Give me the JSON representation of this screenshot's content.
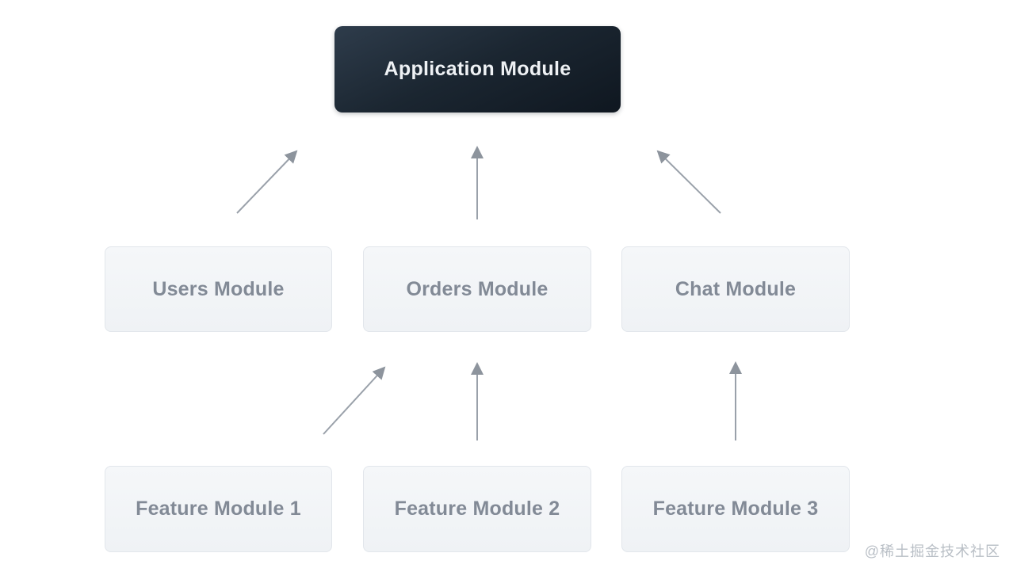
{
  "diagram": {
    "type": "module-dependency-diagram",
    "nodes": {
      "app": {
        "label": "Application Module",
        "style": "dark"
      },
      "users": {
        "label": "Users Module",
        "style": "light"
      },
      "orders": {
        "label": "Orders Module",
        "style": "light"
      },
      "chat": {
        "label": "Chat Module",
        "style": "light"
      },
      "feature1": {
        "label": "Feature Module 1",
        "style": "light"
      },
      "feature2": {
        "label": "Feature Module 2",
        "style": "light"
      },
      "feature3": {
        "label": "Feature Module 3",
        "style": "light"
      }
    },
    "edges": [
      {
        "from": "Users Module",
        "to": "Application Module"
      },
      {
        "from": "Orders Module",
        "to": "Application Module"
      },
      {
        "from": "Chat Module",
        "to": "Application Module"
      },
      {
        "from": "Feature Module 1",
        "to": "Orders Module"
      },
      {
        "from": "Feature Module 2",
        "to": "Orders Module"
      },
      {
        "from": "Feature Module 3",
        "to": "Chat Module"
      }
    ],
    "colors": {
      "background": "#ffffff",
      "root_box_top": "#2e3c4b",
      "root_box_bottom": "#0f1720",
      "root_text": "#eef1f4",
      "node_bg": "#f2f4f7",
      "node_border": "#e2e6eb",
      "node_text": "#828a96",
      "arrow_line": "#9aa1aa",
      "arrow_head": "#8d949d"
    }
  },
  "watermark": {
    "text": "@稀土掘金技术社区",
    "color": "#b9bfc6"
  }
}
